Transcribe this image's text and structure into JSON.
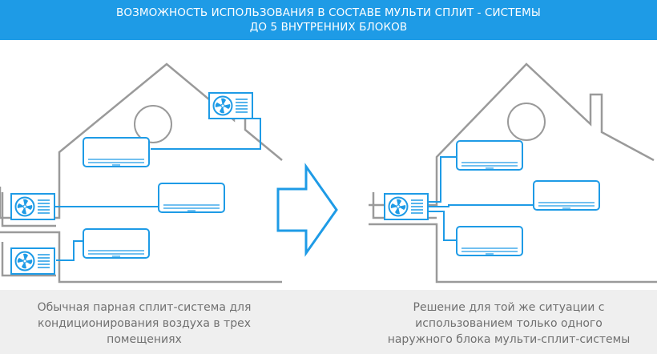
{
  "banner": {
    "line1": "ВОЗМОЖНОСТЬ ИСПОЛЬЗОВАНИЯ В СОСТАВЕ МУЛЬТИ СПЛИТ - СИСТЕМЫ",
    "line2": "ДО 5 ВНУТРЕННИХ БЛОКОВ"
  },
  "captions": {
    "left": [
      "Обычная парная сплит-система для",
      "кондиционирования воздуха в трех",
      "помещениях"
    ],
    "right": [
      "Решение для той же ситуации с",
      "использованием только одного",
      "наружного блока мульти-сплит-системы"
    ]
  },
  "colors": {
    "banner": "#1e9be6",
    "accent": "#1e9be6",
    "house": "#9a9a9a",
    "caption": "#707070",
    "footer": "#efefef"
  },
  "icons": [
    "house-outline",
    "outdoor-unit-fan-icon",
    "indoor-unit-icon",
    "arrow-right-icon"
  ]
}
